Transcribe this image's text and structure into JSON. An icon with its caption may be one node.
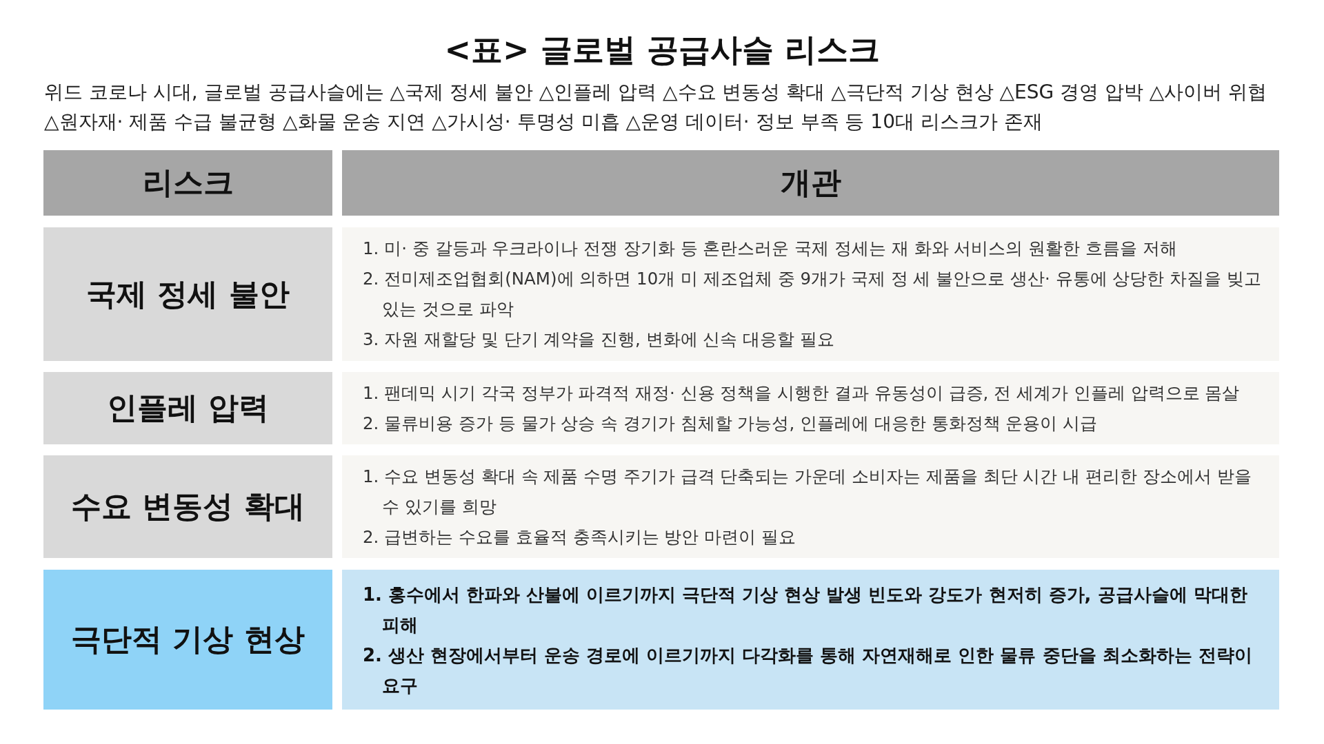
{
  "diagram": {
    "title": "<표> 글로벌 공급사슬 리스크",
    "labels": [
      "위드 코로나 시대, 글로벌 공급사슬에는 △국제 정세 불안 △인플레 압력 △수요 변동성 확대 △극단적 기상 현상 △ESG 경영 압박 △사이버 위협 △원자재· 제품 수급 불균형 △화물 운송 지연 △가시성· 투명성 미흡 △운영 데이터· 정보 부족 등 10대 리스크가 존재"
    ],
    "nodes": [
      {
        "text": [
          "리스크"
        ]
      },
      {
        "text": [
          "개관"
        ]
      },
      {
        "text": [
          "국제 정세 불안"
        ]
      },
      {
        "text": [
          "1. 미· 중 갈등과 우크라이나 전쟁 장기화 등 혼란스러운 국제 정세는 재 화와 서비스의 원활한 흐름을 저해",
          "2. 전미제조업협회(NAM)에 의하면 10개 미 제조업체 중 9개가 국제 정 세 불안으로 생산· 유통에 상당한 차질을 빚고 있는 것으로 파악",
          "3. 자원 재할당 및 단기 계약을 진행, 변화에 신속 대응할 필요"
        ]
      },
      {
        "text": [
          "인플레 압력"
        ]
      },
      {
        "text": [
          "1. 팬데믹 시기 각국 정부가 파격적 재정· 신용 정책을 시행한 결과 유동성이 급증, 전 세계가 인플레 압력으로 몸살",
          "2. 물류비용 증가 등 물가 상승 속 경기가 침체할 가능성, 인플레에 대응한 통화정책 운용이 시급"
        ]
      },
      {
        "text": [
          "수요 변동성 확대"
        ]
      },
      {
        "text": [
          "1. 수요 변동성 확대 속 제품 수명 주기가 급격 단축되는 가운데 소비자는 제품을 최단 시간 내 편리한 장소에서 받을 수 있기를 희망",
          "2. 급변하는 수요를 효율적 충족시키는 방안 마련이 필요"
        ]
      },
      {
        "text": [
          "극단적 기상 현상"
        ]
      },
      {
        "text": [
          "1. 홍수에서 한파와 산불에 이르기까지 극단적 기상 현상 발생 빈도와 강도가 현저히 증가, 공급사슬에 막대한 피해",
          "2. 생산 현장에서부터 운송 경로에 이르기까지 다각화를 통해 자연재해로 인한 물류 중단을 최소화하는 전략이 요구"
        ]
      }
    ]
  }
}
